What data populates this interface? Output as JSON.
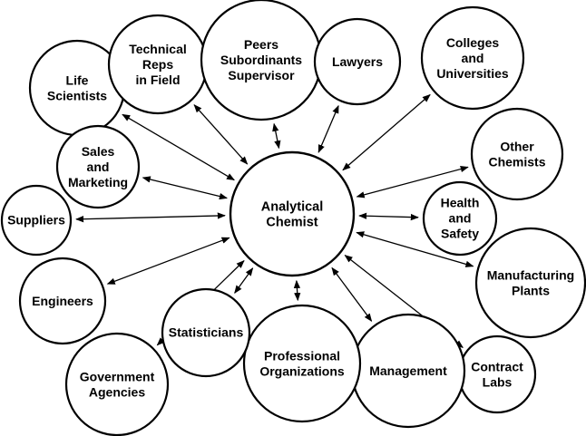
{
  "center": {
    "label_lines": [
      "Analytical",
      "Chemist"
    ]
  },
  "nodes": [
    {
      "label_lines": [
        "Life",
        "Scientists"
      ]
    },
    {
      "label_lines": [
        "Technical",
        "Reps",
        "in Field"
      ]
    },
    {
      "label_lines": [
        "Peers",
        "Subordinants",
        "Supervisor"
      ]
    },
    {
      "label_lines": [
        "Lawyers"
      ]
    },
    {
      "label_lines": [
        "Colleges",
        "and",
        "Universities"
      ]
    },
    {
      "label_lines": [
        "Other",
        "Chemists"
      ]
    },
    {
      "label_lines": [
        "Health",
        "and",
        "Safety"
      ]
    },
    {
      "label_lines": [
        "Manufacturing",
        "Plants"
      ]
    },
    {
      "label_lines": [
        "Contract",
        "Labs"
      ]
    },
    {
      "label_lines": [
        "Management"
      ]
    },
    {
      "label_lines": [
        "Professional",
        "Organizations"
      ]
    },
    {
      "label_lines": [
        "Statisticians"
      ]
    },
    {
      "label_lines": [
        "Government",
        "Agencies"
      ]
    },
    {
      "label_lines": [
        "Engineers"
      ]
    },
    {
      "label_lines": [
        "Suppliers"
      ]
    },
    {
      "label_lines": [
        "Sales",
        "and",
        "Marketing"
      ]
    }
  ],
  "connector_style": "double-headed arrow",
  "colors": {
    "stroke": "#000000",
    "background": "#ffffff"
  }
}
